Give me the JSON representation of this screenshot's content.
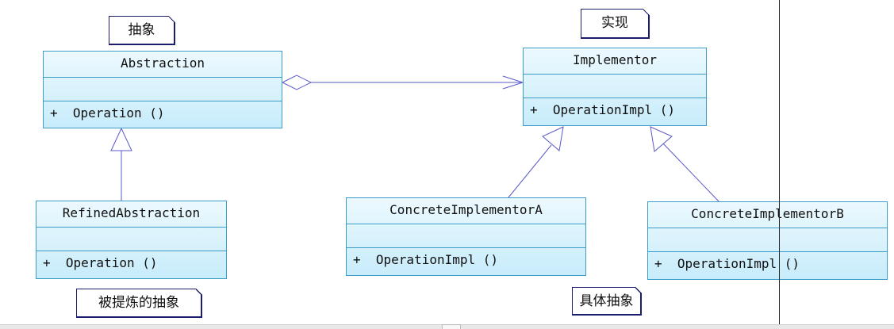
{
  "colors": {
    "class_border": "#3a9cc7",
    "class_fill_top": "#ecf9fe",
    "class_fill_bottom": "#c8ecfb",
    "connector": "#5a5acb",
    "note_border": "#1c1c6e"
  },
  "classes": {
    "abstraction": {
      "name": "Abstraction",
      "operation": "+  Operation ()"
    },
    "refined": {
      "name": "RefinedAbstraction",
      "operation": "+  Operation ()"
    },
    "implementor": {
      "name": "Implementor",
      "operation": "+  OperationImpl ()"
    },
    "concrete_a": {
      "name": "ConcreteImplementorA",
      "operation": "+  OperationImpl ()"
    },
    "concrete_b": {
      "name": "ConcreteImplementorB",
      "operation": "+  OperationImpl ()"
    }
  },
  "notes": {
    "abstraction": "抽象",
    "implementation": "实现",
    "refined": "被提炼的抽象",
    "concrete": "具体抽象"
  },
  "relationships": [
    {
      "type": "aggregation",
      "from": "Abstraction",
      "to": "Implementor"
    },
    {
      "type": "generalization",
      "from": "RefinedAbstraction",
      "to": "Abstraction"
    },
    {
      "type": "generalization",
      "from": "ConcreteImplementorA",
      "to": "Implementor"
    },
    {
      "type": "generalization",
      "from": "ConcreteImplementorB",
      "to": "Implementor"
    }
  ]
}
